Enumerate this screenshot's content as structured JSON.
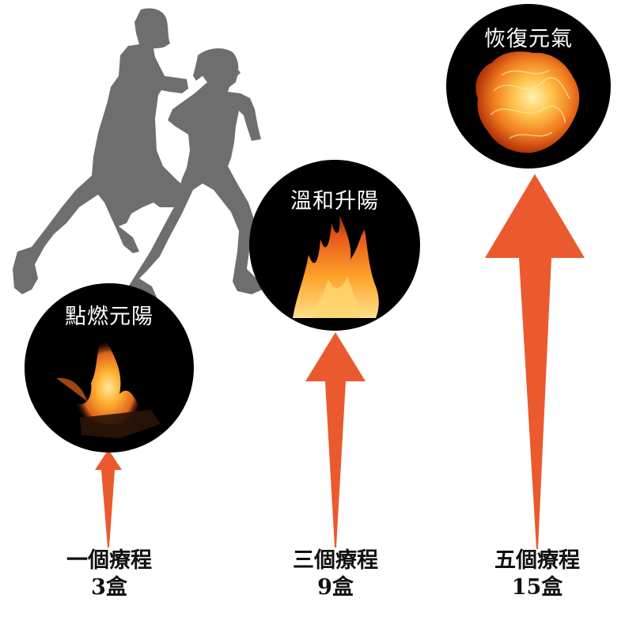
{
  "diagram": {
    "title": "",
    "accent_color": "#EA5A2E",
    "circle_color": "#000000",
    "silhouette_color": "#6E6E6E",
    "background_image": "running-couple-silhouette",
    "stages": [
      {
        "title": "點燃元陽",
        "icon": "small-flame-icon",
        "course": "一個療程",
        "boxes": "3盒"
      },
      {
        "title": "溫和升陽",
        "icon": "campfire-flame-icon",
        "course": "三個療程",
        "boxes": "9盒"
      },
      {
        "title": "恢復元氣",
        "icon": "fireball-icon",
        "course": "五個療程",
        "boxes": "15盒"
      }
    ]
  }
}
